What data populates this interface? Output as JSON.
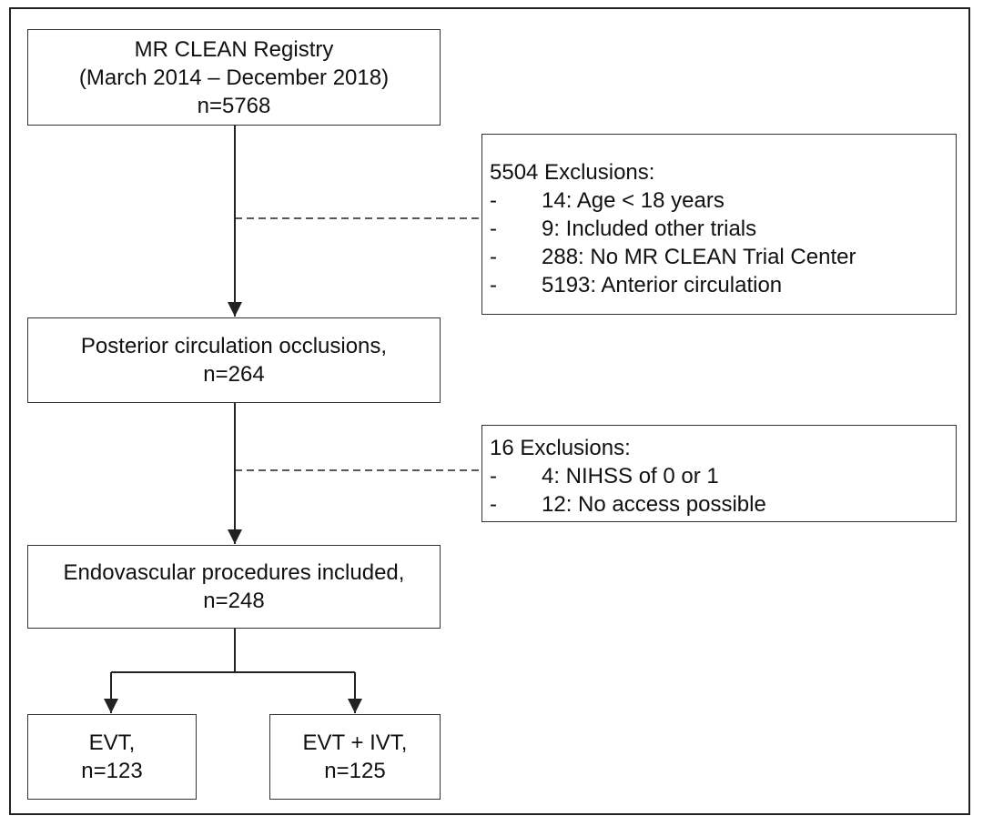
{
  "registry": {
    "title": "MR CLEAN Registry",
    "period": "(March 2014 – December 2018)",
    "count": "n=5768"
  },
  "exclusions_1": {
    "title": "5504 Exclusions:",
    "items": [
      {
        "dash": "-",
        "text": "14: Age < 18 years"
      },
      {
        "dash": "-",
        "text": "9: Included other trials"
      },
      {
        "dash": "-",
        "text": "288: No MR CLEAN Trial Center"
      },
      {
        "dash": "-",
        "text": "5193: Anterior circulation"
      }
    ]
  },
  "posterior": {
    "title": "Posterior circulation occlusions,",
    "count": "n=264"
  },
  "exclusions_2": {
    "title": "16 Exclusions:",
    "items": [
      {
        "dash": "-",
        "text": "4: NIHSS of 0 or 1"
      },
      {
        "dash": "-",
        "text": "12: No access possible"
      }
    ]
  },
  "endovascular": {
    "title": "Endovascular procedures included,",
    "count": "n=248"
  },
  "evt": {
    "title": "EVT,",
    "count": "n=123"
  },
  "evt_ivt": {
    "title": "EVT + IVT,",
    "count": "n=125"
  },
  "colors": {
    "line": "#222222",
    "border": "#333333",
    "text": "#111111"
  }
}
